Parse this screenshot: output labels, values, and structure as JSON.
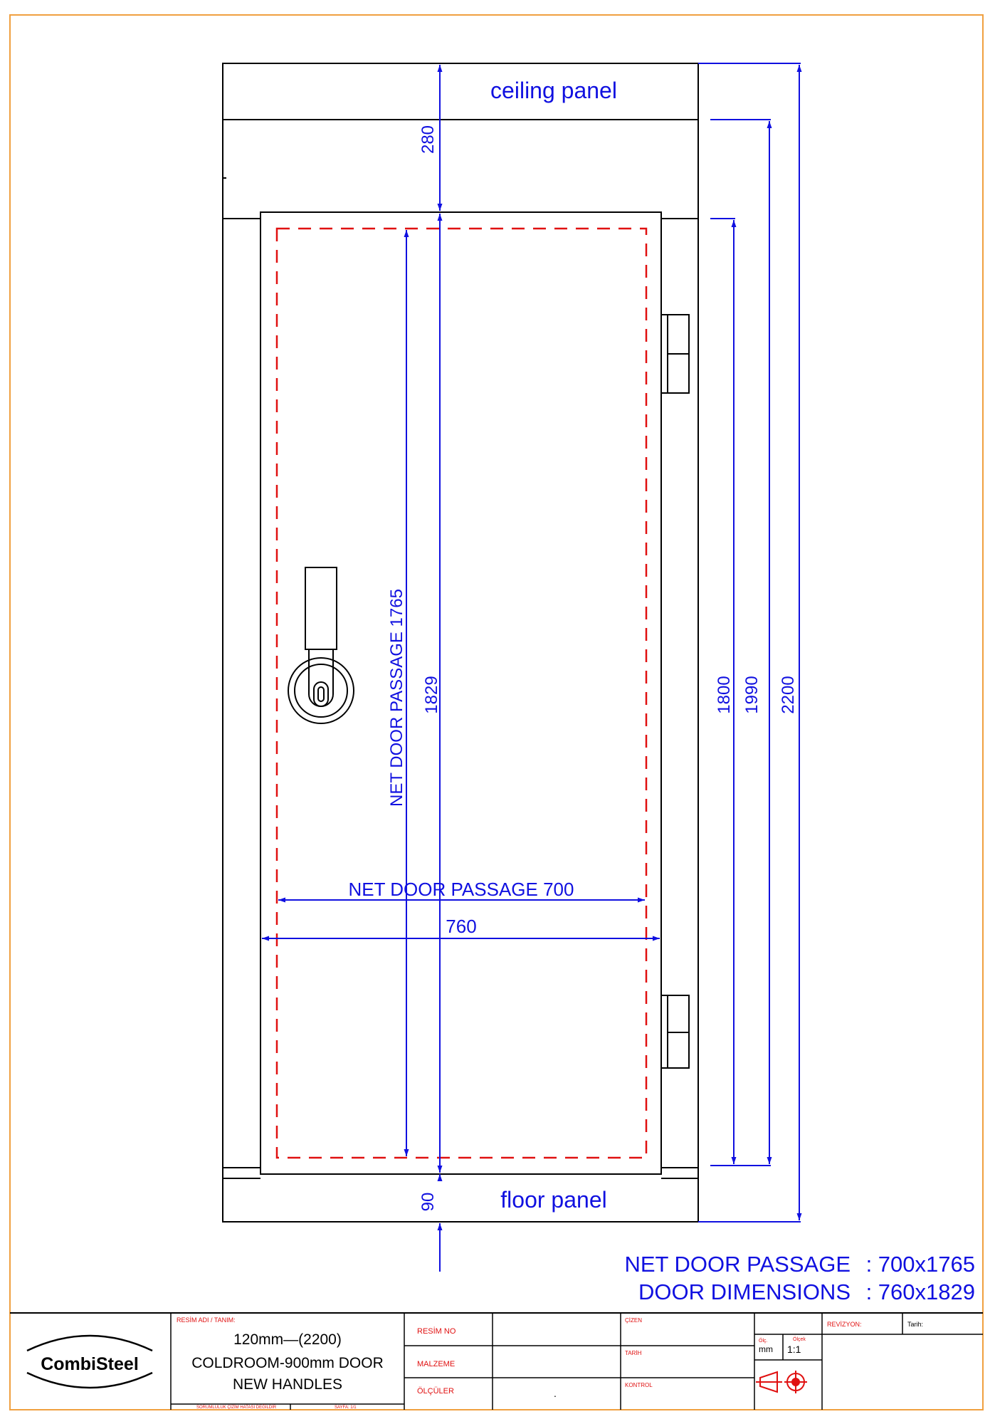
{
  "labels": {
    "ceiling_panel": "ceiling panel",
    "floor_panel": "floor panel",
    "dim_280": "280",
    "dim_90": "90",
    "dim_1829": "1829",
    "dim_1800": "1800",
    "dim_1990": "1990",
    "dim_2200": "2200",
    "dim_760": "760",
    "net_passage_vertical": "NET DOOR PASSAGE 1765",
    "net_passage_horizontal": "NET DOOR PASSAGE 700"
  },
  "summary": {
    "net_label": "NET DOOR PASSAGE",
    "net_value": ": 700x1765",
    "door_label": "DOOR DIMENSIONS",
    "door_value": ": 760x1829"
  },
  "title_block": {
    "logo": "CombiSteel",
    "resim_adi_label": "RESİM ADI / TANIM:",
    "title_line1": "120mm—(2200)",
    "title_line2": "COLDROOM-900mm DOOR",
    "title_line3": "NEW HANDLES",
    "fine_print_left": "SORUMLULUK ÇİZİM HATASI DEĞİLDİR",
    "fine_print_right": "SAYFA: 1/1",
    "resim_no_label": "RESİM NO",
    "malzeme_label": "MALZEME",
    "olculer_label": "ÖLÇÜLER",
    "cizen_label": "ÇİZEN",
    "tarih_label_1": "TARİH",
    "kontrol_label": "KONTROL",
    "unit_label": "Ölç.",
    "unit_value": "mm",
    "scale_label": "Ölçek",
    "scale_value": "1:1",
    "revizyon_label": "REVİZYON:",
    "tarih_label_2": "Tarih:",
    "dot": "."
  },
  "colors": {
    "frame": "#f0a040",
    "dimension": "#1010e0",
    "passage_outline": "#e01010",
    "outline": "#000000"
  }
}
